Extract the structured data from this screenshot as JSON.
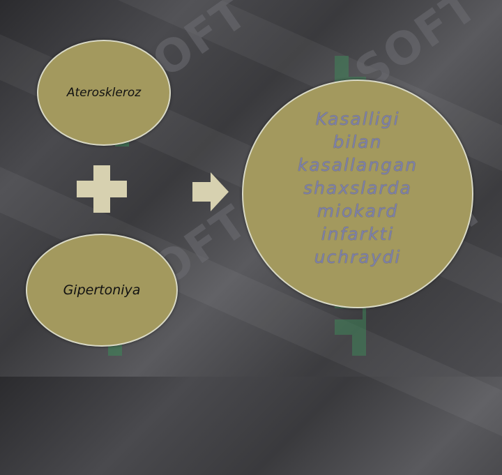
{
  "nodes": {
    "cause_1": "Ateroskleroz",
    "cause_2": "Gipertoniya",
    "result": "Kasalligi\nbilan\nkasallangan\nshaxslarda\nmiokard\ninfarkti\nuchraydi"
  },
  "watermark": {
    "text": "SOFT"
  },
  "colors": {
    "node_fill": "#a3995e",
    "node_border": "#d9d9c6",
    "result_text": "#7d80a8",
    "plus_arrow": "#d7d1b0",
    "watermark_green": "#3d8a5a"
  },
  "icons": {
    "operator": "plus-icon",
    "connector": "arrow-right-icon"
  }
}
